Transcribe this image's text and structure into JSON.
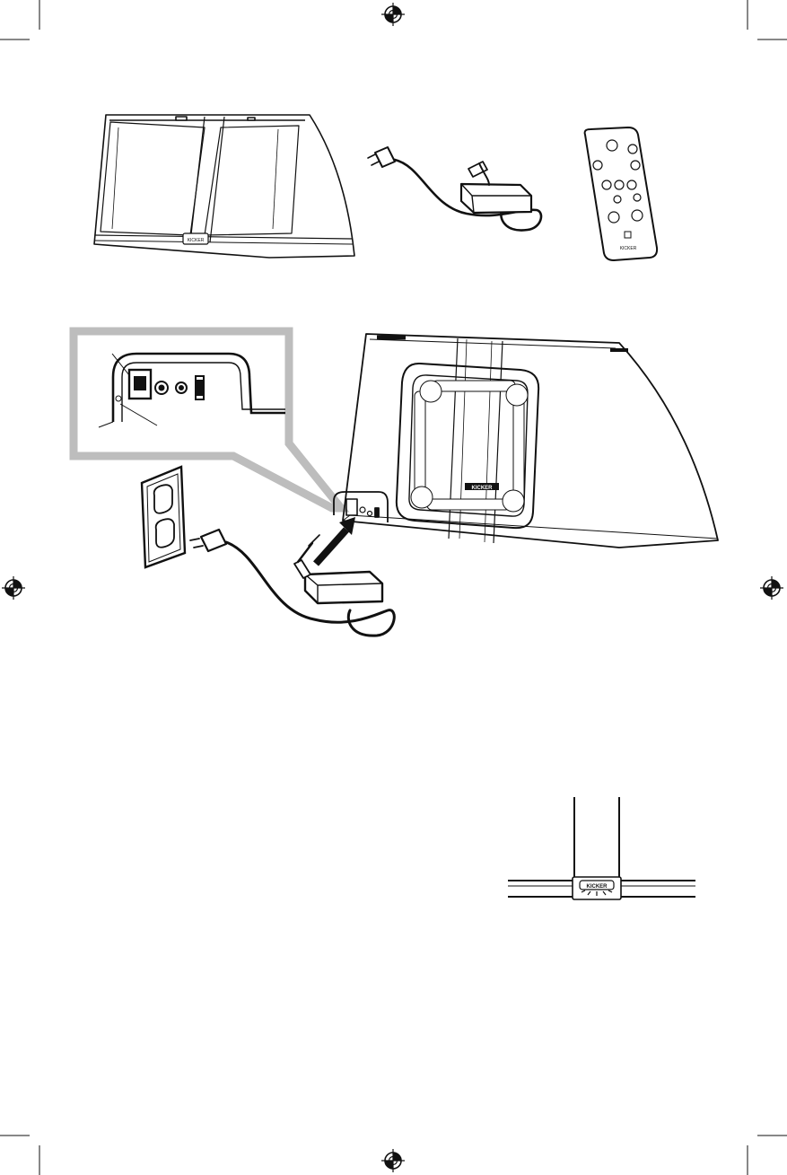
{
  "brand": {
    "speaker_logo": "KICKER",
    "speaker_dock_logo": "KICKER",
    "remote_brand": "KICKER",
    "indicator_logo": "KICKER"
  },
  "icons": [
    "registration-mark-icon",
    "crop-mark-icon",
    "power-outlet-icon",
    "power-plug-icon",
    "power-adapter-icon",
    "arrow-icon",
    "remote-control-icon",
    "speaker-dock-icon"
  ],
  "colors": {
    "line": "#1a1a1a",
    "callout_frame": "#bdbdbd",
    "background": "#ffffff"
  }
}
